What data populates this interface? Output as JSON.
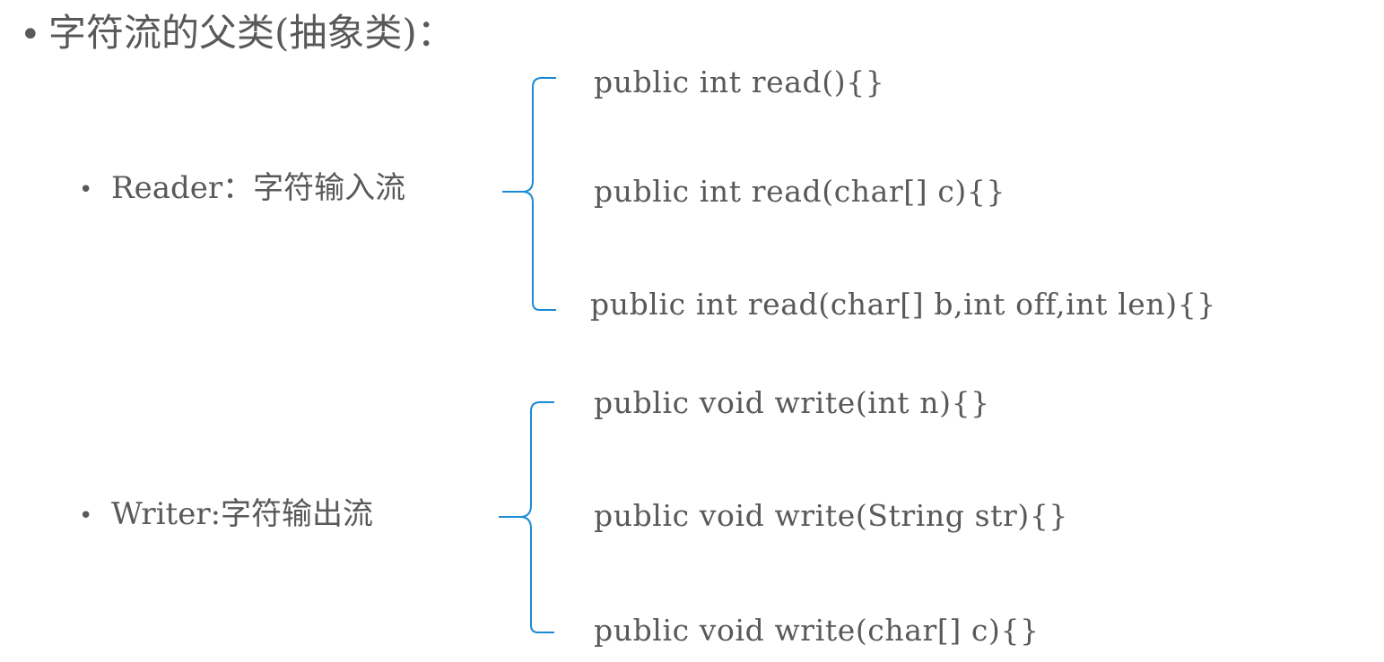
{
  "heading": {
    "bullet": "•",
    "title": "字符流的父类(抽象类)："
  },
  "groups": [
    {
      "bullet": "•",
      "label": "Reader：字符输入流",
      "methods": [
        "public int read(){}",
        "public int read(char[]  c){}",
        "public int read(char[] b,int off,int len){}"
      ]
    },
    {
      "bullet": "•",
      "label": "Writer:字符输出流",
      "methods": [
        "public void write(int n){}",
        "public void write(String str){}",
        "public void write(char[] c){}"
      ]
    }
  ],
  "colors": {
    "text": "#595959",
    "brace": "#1a8ad4"
  }
}
